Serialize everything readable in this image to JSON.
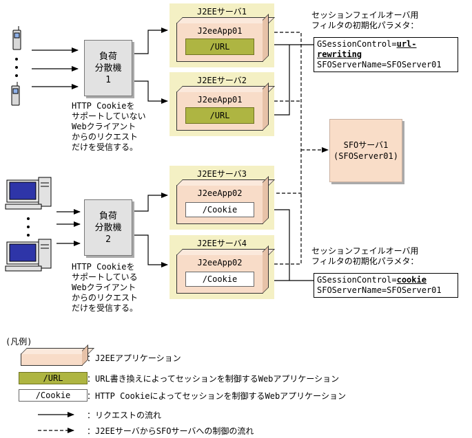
{
  "servers": [
    {
      "title": "J2EEサーバ1",
      "app": "J2eeApp01",
      "module": "/URL"
    },
    {
      "title": "J2EEサーバ2",
      "app": "J2eeApp01",
      "module": "/URL"
    },
    {
      "title": "J2EEサーバ3",
      "app": "J2eeApp02",
      "module": "/Cookie"
    },
    {
      "title": "J2EEサーバ4",
      "app": "J2eeApp02",
      "module": "/Cookie"
    }
  ],
  "load_balancers": [
    {
      "line1": "負荷",
      "line2": "分散機",
      "line3": "1"
    },
    {
      "line1": "負荷",
      "line2": "分散機",
      "line3": "2"
    }
  ],
  "notes": {
    "lb1": [
      "HTTP Cookieを",
      "サポートしていない",
      "Webクライアント",
      "からのリクエスト",
      "だけを受信する。"
    ],
    "lb2": [
      "HTTP Cookieを",
      "サポートしている",
      "Webクライアント",
      "からのリクエスト",
      "だけを受信する。"
    ]
  },
  "sfo": {
    "line1": "SFOサーバ1",
    "line2": "(SFOServer01)"
  },
  "params": [
    {
      "heading1": "セッションフェイルオーバ用",
      "heading2": "フィルタの初期化パラメタ：",
      "key1": "GSessionControl=",
      "value1": "url-rewriting",
      "line2": "SFOServerName=SFOServer01"
    },
    {
      "heading1": "セッションフェイルオーバ用",
      "heading2": "フィルタの初期化パラメタ：",
      "key1": "GSessionControl=",
      "value1": "cookie",
      "line2": "SFOServerName=SFOServer01"
    }
  ],
  "legend": {
    "title": "(凡例)",
    "url_sample": "/URL",
    "cookie_sample": "/Cookie",
    "items": [
      "：J2EEアプリケーション",
      "：URL書き換えによってセッションを制御するWebアプリケーション",
      "：HTTP Cookieによってセッションを制御するWebアプリケーション",
      "：リクエストの流れ",
      "：J2EEサーバからSFOサーバへの制御の流れ"
    ]
  },
  "colors": {
    "server_bg": "#f4f0c4",
    "app_bg": "#f8dcc8",
    "url_bg": "#aeb542",
    "lb_bg": "#e2e2e2",
    "sfo_bg": "#f9ddc8"
  }
}
